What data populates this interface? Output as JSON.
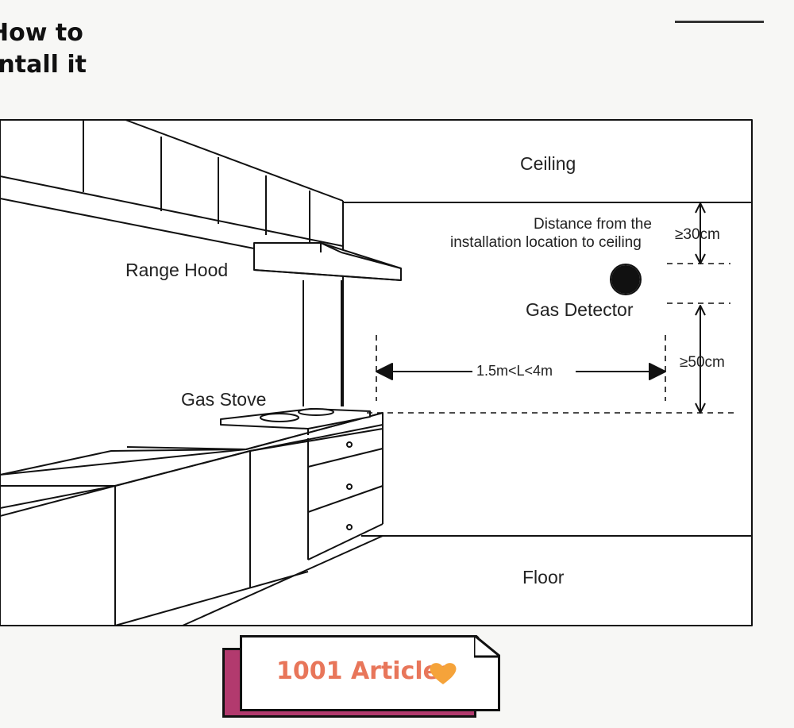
{
  "heading": {
    "line1": "How to",
    "line2": "’ntall it"
  },
  "labels": {
    "ceiling": "Ceiling",
    "floor": "Floor",
    "range_hood": "Range Hood",
    "gas_stove": "Gas Stove",
    "gas_detector": "Gas Detector",
    "distance_line1": "Distance from the",
    "distance_line2": "installation location to ceiling",
    "ceiling_gap": "≥30cm",
    "stove_gap": "≥50cm",
    "horizontal_range": "1.5m<L<4m"
  },
  "banner": {
    "text": "1001 Articles"
  },
  "icons": {
    "heart": "heart-icon",
    "detector": "gas-detector-icon"
  },
  "colors": {
    "banner_text": "#e8765a",
    "banner_shadow": "#b23a6e",
    "heart": "#f5a33a",
    "ink": "#111111"
  }
}
